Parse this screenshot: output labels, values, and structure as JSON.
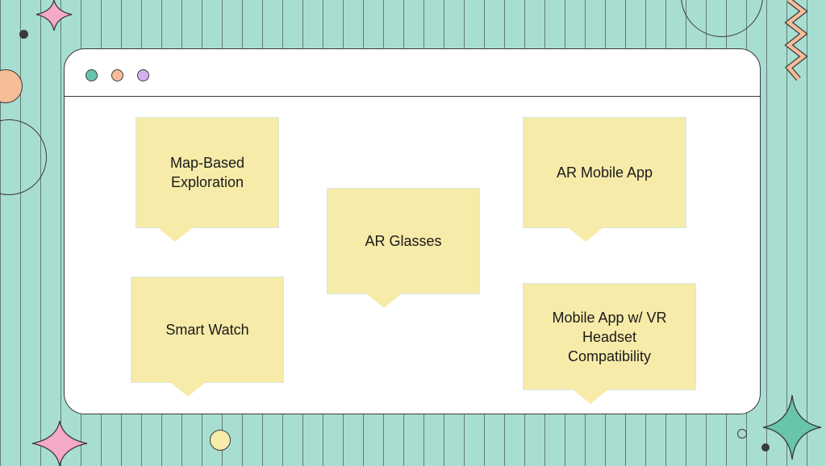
{
  "window": {
    "controls": [
      {
        "name": "green",
        "color": "#68c5ac"
      },
      {
        "name": "orange",
        "color": "#f6bd9a"
      },
      {
        "name": "purple",
        "color": "#d5b0ec"
      }
    ]
  },
  "notes": [
    {
      "id": "map-based-exploration",
      "text": "Map-Based Exploration"
    },
    {
      "id": "ar-glasses",
      "text": "AR Glasses"
    },
    {
      "id": "ar-mobile-app",
      "text": "AR Mobile App"
    },
    {
      "id": "smart-watch",
      "text": "Smart Watch"
    },
    {
      "id": "mobile-app-vr",
      "text": "Mobile App w/ VR Headset Compatibility"
    }
  ],
  "colors": {
    "background": "#a8ded2",
    "note": "#f7eba9",
    "accent_pink": "#f5a8c8",
    "accent_orange": "#f6bd9a",
    "accent_teal": "#68c5ac",
    "accent_yellow": "#f7eba9"
  }
}
